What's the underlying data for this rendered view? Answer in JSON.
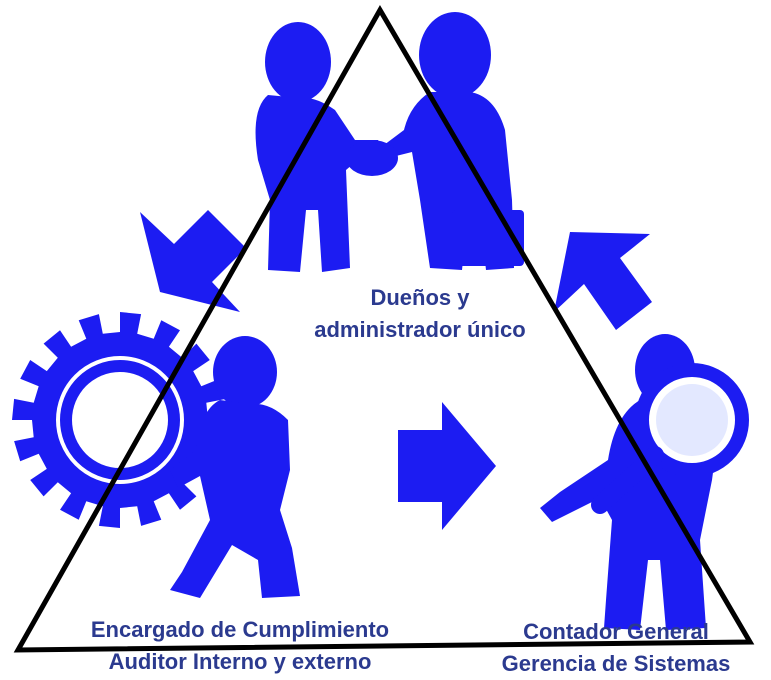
{
  "colors": {
    "figure": "#1c1cf2",
    "outline": "#000000",
    "label": "#2b3a8f",
    "background": "#ffffff"
  },
  "icons": {
    "top": "handshake-people-icon",
    "left": "person-pushing-gear-icon",
    "right": "person-magnifying-glass-icon",
    "arrows": [
      "arrow-down-left-icon",
      "arrow-right-icon",
      "arrow-up-left-icon"
    ]
  },
  "labels": {
    "top": {
      "line1": "Dueños  y",
      "line2": "administrador único"
    },
    "left": {
      "line1": "Encargado de Cumplimiento",
      "line2": "Auditor Interno y externo"
    },
    "right": {
      "line1": "Contador General",
      "line2": "Gerencia de Sistemas"
    }
  }
}
